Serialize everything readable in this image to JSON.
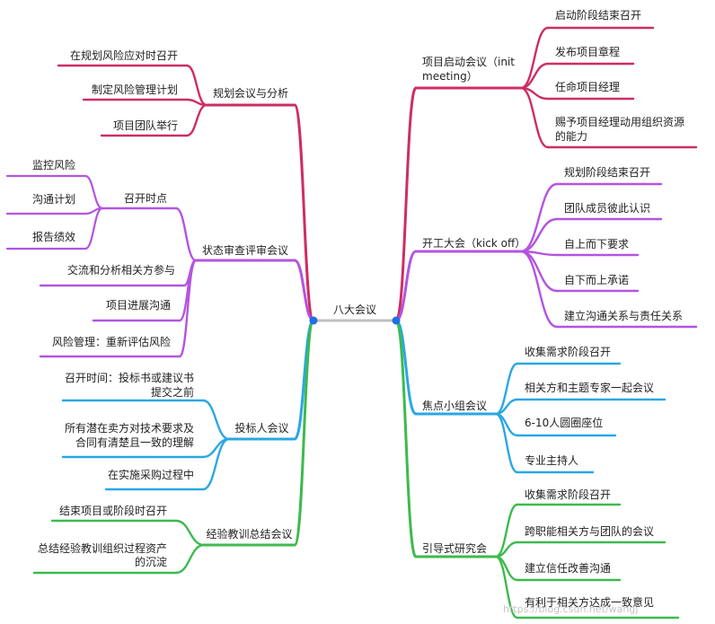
{
  "root": "八大会议",
  "colors": {
    "pink": "#cc2e62",
    "purple": "#b454e0",
    "blue": "#2aa7e3",
    "green": "#3dba4e",
    "center": "#c0c0c0",
    "dot": "#1f6fe5"
  },
  "left": [
    {
      "label": "规划会议与分析",
      "color": "pink",
      "children": [
        {
          "label": "在规划风险应对时召开"
        },
        {
          "label": "制定风险管理计划"
        },
        {
          "label": "项目团队举行"
        }
      ]
    },
    {
      "label": "状态审查评审会议",
      "color": "purple",
      "children": [
        {
          "label": "召开时点",
          "children": [
            {
              "label": "监控风险"
            },
            {
              "label": "沟通计划"
            },
            {
              "label": "报告绩效"
            }
          ]
        },
        {
          "label": "交流和分析相关方参与"
        },
        {
          "label": "项目进展沟通"
        },
        {
          "label": "风险管理：重新评估风险"
        }
      ]
    },
    {
      "label": "投标人会议",
      "color": "blue",
      "children": [
        {
          "label": "召开时间：投标书或建议书",
          "label2": "提交之前"
        },
        {
          "label": "所有潜在卖方对技术要求及",
          "label2": "合同有清楚且一致的理解"
        },
        {
          "label": "在实施采购过程中"
        }
      ]
    },
    {
      "label": "经验教训总结会议",
      "color": "green",
      "children": [
        {
          "label": "结束项目或阶段时召开"
        },
        {
          "label": "总结经验教训组织过程资产",
          "label2": "的沉淀"
        }
      ]
    }
  ],
  "right": [
    {
      "label": "项目启动会议（init",
      "label2": "meeting）",
      "color": "pink",
      "children": [
        {
          "label": "启动阶段结束召开"
        },
        {
          "label": "发布项目章程"
        },
        {
          "label": "任命项目经理"
        },
        {
          "label": "赐予项目经理动用组织资源",
          "label2": "的能力"
        }
      ]
    },
    {
      "label": "开工大会（kick off）",
      "color": "purple",
      "children": [
        {
          "label": "规划阶段结束召开"
        },
        {
          "label": "团队成员彼此认识"
        },
        {
          "label": "自上而下要求"
        },
        {
          "label": "自下而上承诺"
        },
        {
          "label": "建立沟通关系与责任关系"
        }
      ]
    },
    {
      "label": "焦点小组会议",
      "color": "blue",
      "children": [
        {
          "label": "收集需求阶段召开"
        },
        {
          "label": "相关方和主题专家一起会议"
        },
        {
          "label": "6-10人圆圈座位"
        },
        {
          "label": "专业主持人"
        }
      ]
    },
    {
      "label": "引导式研究会",
      "color": "green",
      "children": [
        {
          "label": "收集需求阶段召开"
        },
        {
          "label": "跨职能相关方与团队的会议"
        },
        {
          "label": "建立信任改善沟通"
        },
        {
          "label": "有利于相关方达成一致意见"
        }
      ]
    }
  ],
  "watermark": "https://blog.csdn.net/wangj"
}
